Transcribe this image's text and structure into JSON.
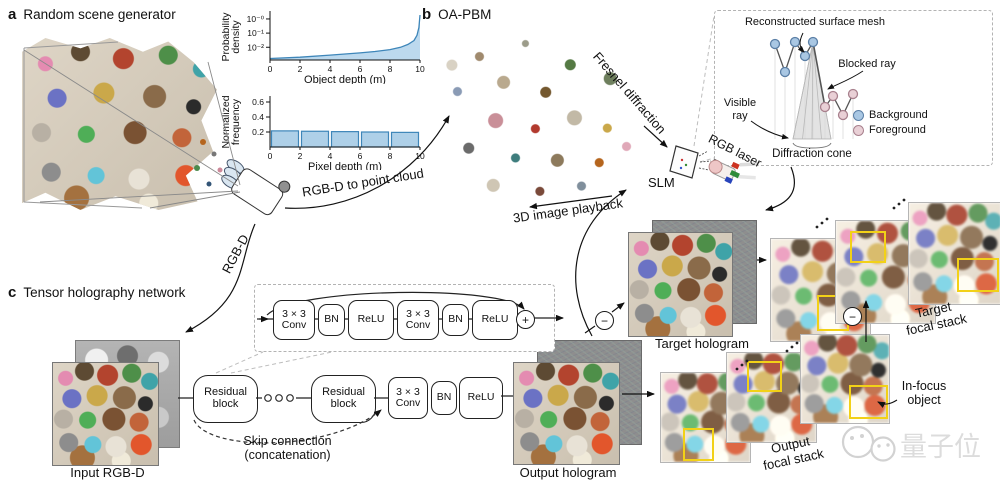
{
  "panels": {
    "a": {
      "tag": "a",
      "title": "Random scene generator"
    },
    "b": {
      "tag": "b",
      "title": "OA-PBM"
    },
    "c": {
      "tag": "c",
      "title": "Tensor holography network"
    }
  },
  "chart_data": [
    {
      "id": "object_depth",
      "type": "area",
      "xlabel": "Object depth (m)",
      "ylabel": "Probability density",
      "y_scale": "log10",
      "xlim": [
        0,
        10
      ],
      "ylim_log10": [
        -2.9,
        0.35
      ],
      "x_ticks": [
        0,
        2,
        4,
        6,
        8,
        10
      ],
      "y_tick_labels": [
        "10⁻⁰",
        "10⁻¹",
        "10⁻²"
      ],
      "y_tick_values": [
        1,
        0.1,
        0.01
      ],
      "points": [
        [
          0,
          0.0016
        ],
        [
          2,
          0.002
        ],
        [
          4,
          0.0028
        ],
        [
          6,
          0.004
        ],
        [
          7,
          0.005
        ],
        [
          8,
          0.0068
        ],
        [
          8.7,
          0.01
        ],
        [
          9.2,
          0.016
        ],
        [
          9.6,
          0.03
        ],
        [
          9.8,
          0.07
        ],
        [
          9.93,
          0.25
        ],
        [
          10,
          1.9
        ]
      ],
      "fill": "#bcd9ee",
      "stroke": "#3e86b9",
      "grid": false,
      "legend": "none"
    },
    {
      "id": "pixel_depth",
      "type": "bar",
      "xlabel": "Pixel depth (m)",
      "ylabel": "Normalized frequency",
      "xlim": [
        0,
        10
      ],
      "ylim": [
        0,
        0.72
      ],
      "x_ticks": [
        0,
        2,
        4,
        6,
        8,
        10
      ],
      "y_ticks": [
        0.2,
        0.4,
        0.6
      ],
      "bars": [
        {
          "x0": 0,
          "x1": 2,
          "value": 0.215
        },
        {
          "x0": 2,
          "x1": 4,
          "value": 0.21
        },
        {
          "x0": 4,
          "x1": 6,
          "value": 0.205
        },
        {
          "x0": 6,
          "x1": 8,
          "value": 0.2
        },
        {
          "x0": 8,
          "x1": 10,
          "value": 0.195
        }
      ],
      "fill": "#aed0e8",
      "stroke": "#3e86b9",
      "grid": false,
      "legend": "none"
    }
  ],
  "flow": {
    "rgbd_to_point_cloud": "RGB-D to point cloud",
    "rgbd": "RGB-D",
    "fresnel_diffraction": "Fresnel diffraction",
    "playback_3d": "3D image playback",
    "slm": "SLM",
    "rgb_laser": "RGB laser"
  },
  "inset": {
    "title": "Reconstructed surface mesh",
    "blocked_ray": "Blocked ray",
    "visible_ray": "Visible ray",
    "diffraction_cone": "Diffraction cone",
    "legend": [
      {
        "label": "Background",
        "fill": "#a9c7e3",
        "stroke": "#5b7fa6"
      },
      {
        "label": "Foreground",
        "fill": "#e9d0d6",
        "stroke": "#a8808d"
      }
    ],
    "mesh": {
      "background_points": [
        [
          60,
          33
        ],
        [
          70,
          61
        ],
        [
          80,
          31
        ],
        [
          90,
          45
        ],
        [
          98,
          31
        ]
      ],
      "foreground_points": [
        [
          110,
          96
        ],
        [
          118,
          85
        ],
        [
          128,
          104
        ],
        [
          138,
          83
        ]
      ],
      "cone": {
        "apex": [
          98,
          31
        ],
        "base_y": 128,
        "base_left": 78,
        "base_right": 116
      }
    }
  },
  "network": {
    "residual_block": "Residual block",
    "conv": "3 × 3 Conv",
    "bn": "BN",
    "relu": "ReLU",
    "plus": "+",
    "skip_line1": "Skip connection",
    "skip_line2": "(concatenation)"
  },
  "stages": {
    "input": "Input RGB-D",
    "output_hologram": "Output hologram",
    "target_hologram": "Target hologram",
    "target_focal_stack_1": "Target",
    "target_focal_stack_2": "focal stack",
    "output_focal_stack_1": "Output",
    "output_focal_stack_2": "focal stack",
    "in_focus_1": "In-focus",
    "in_focus_2": "object"
  },
  "symbols": {
    "minus": "−"
  },
  "watermark": {
    "text": "量子位"
  }
}
